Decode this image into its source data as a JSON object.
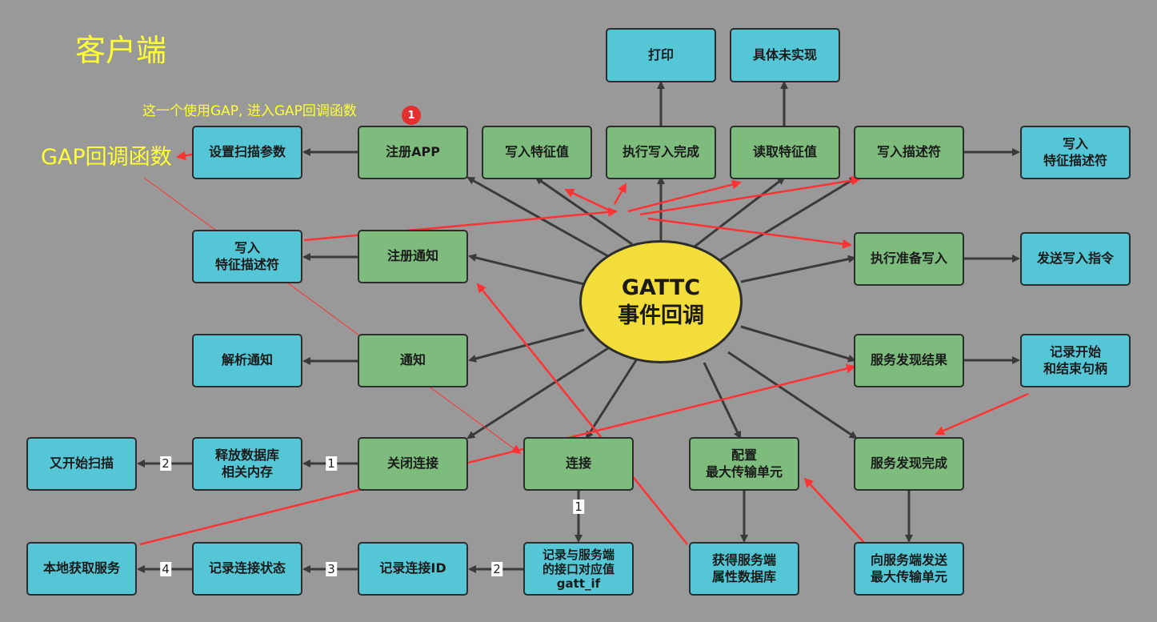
{
  "title": "客户端",
  "note": "这一个使用GAP, 进入GAP回调函数",
  "gap_label": "GAP回调函数",
  "badge": "1",
  "center": "GATTC\n事件回调",
  "boxes": {
    "print": "打印",
    "not_impl": "具体未实现",
    "set_scan": "设置扫描参数",
    "reg_app": "注册APP",
    "write_char": "写入特征值",
    "exec_write_done": "执行写入完成",
    "read_char": "读取特征值",
    "write_desc": "写入描述符",
    "write_desc_out": "写入\n特征描述符",
    "write_desc_left": "写入\n特征描述符",
    "reg_notify": "注册通知",
    "exec_prep_write": "执行准备写入",
    "send_write_cmd": "发送写入指令",
    "parse_notify": "解析通知",
    "notify": "通知",
    "srv_result": "服务发现结果",
    "record_handles": "记录开始\n和结束句柄",
    "rescan": "又开始扫描",
    "release_db": "释放数据库\n相关内存",
    "close_conn": "关闭连接",
    "connect": "连接",
    "config_mtu": "配置\n最大传输单元",
    "srv_done": "服务发现完成",
    "local_srv": "本地获取服务",
    "record_state": "记录连接状态",
    "record_id": "记录连接ID",
    "record_if": "记录与服务端\n的接口对应值\ngatt_if",
    "get_db": "获得服务端\n属性数据库",
    "send_mtu": "向服务端发送\n最大传输单元"
  },
  "steps": {
    "s_rescan": "2",
    "s_release": "1",
    "s_conn_down": "1",
    "s_record_id": "2",
    "s_record_state": "3",
    "s_local": "4"
  }
}
